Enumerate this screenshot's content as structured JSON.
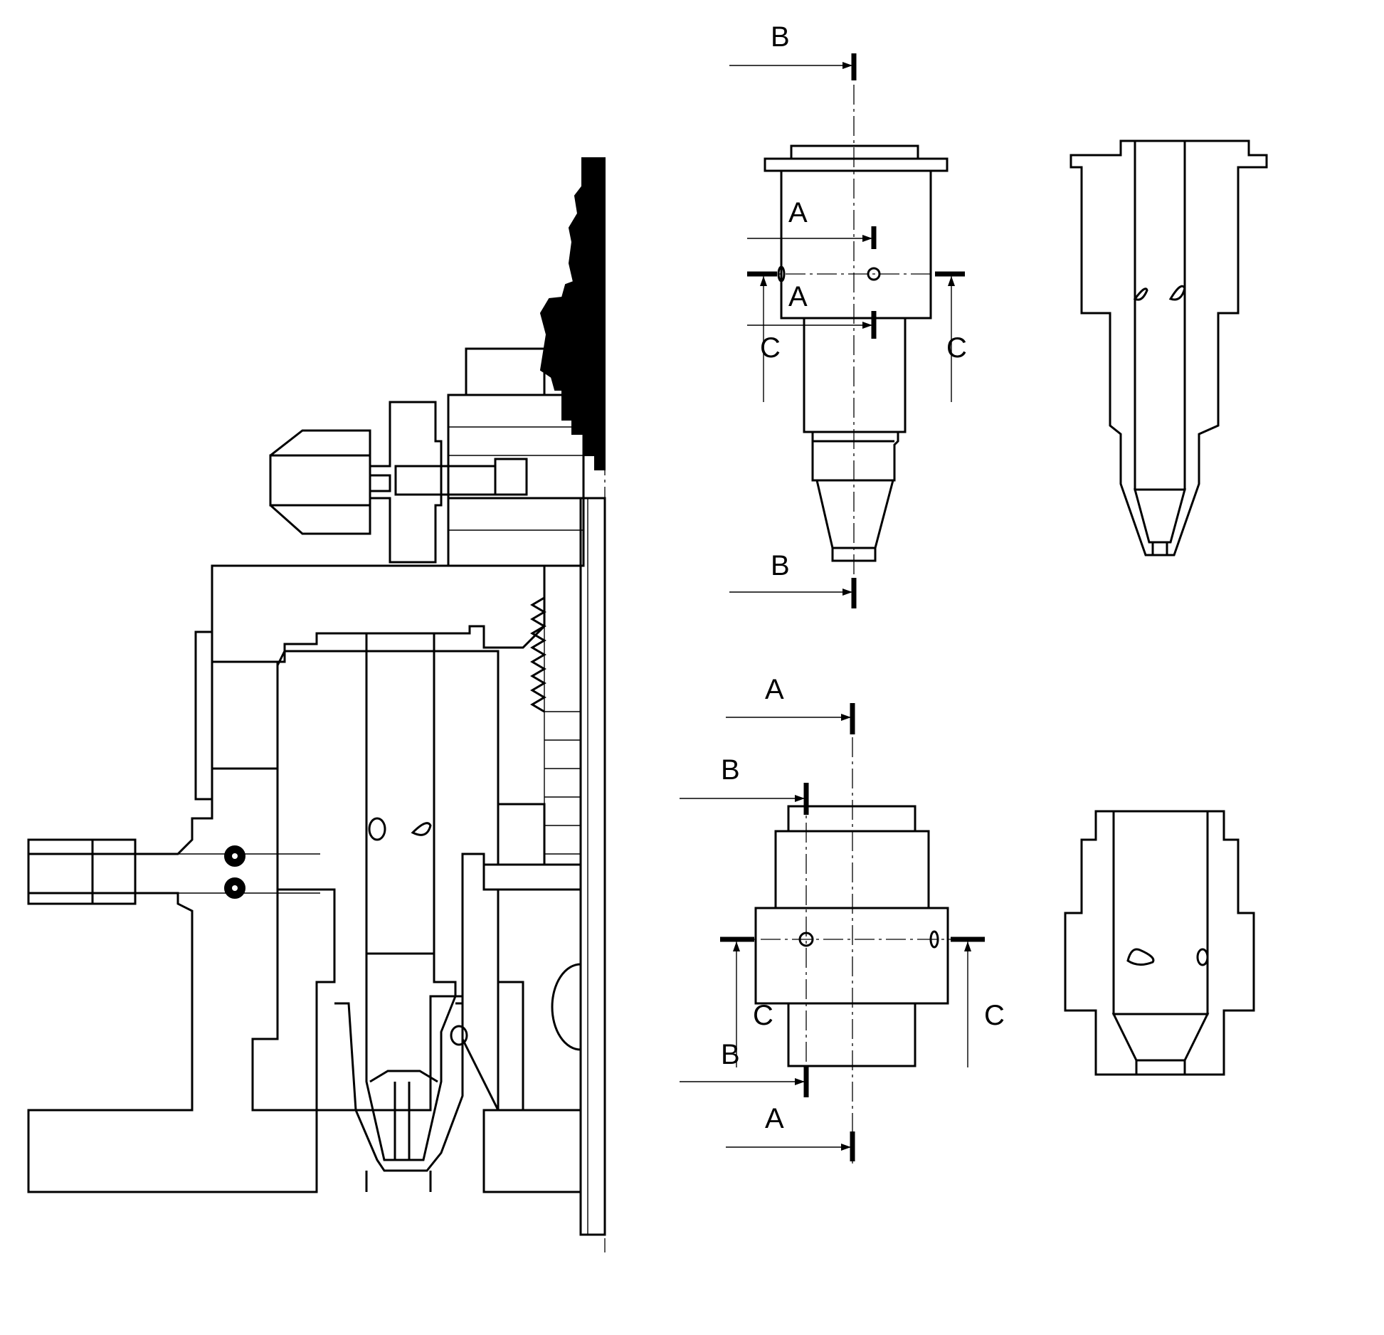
{
  "labels": {
    "view1_top_b": "B",
    "view1_upper_a": "A",
    "view1_lower_a": "A",
    "view1_left_c": "C",
    "view1_right_c": "C",
    "view1_bottom_b": "B",
    "view3_top_a": "A",
    "view3_top_b": "B",
    "view3_left_c": "C",
    "view3_right_c": "C",
    "view3_bottom_b": "B",
    "view3_bottom_a": "A"
  }
}
